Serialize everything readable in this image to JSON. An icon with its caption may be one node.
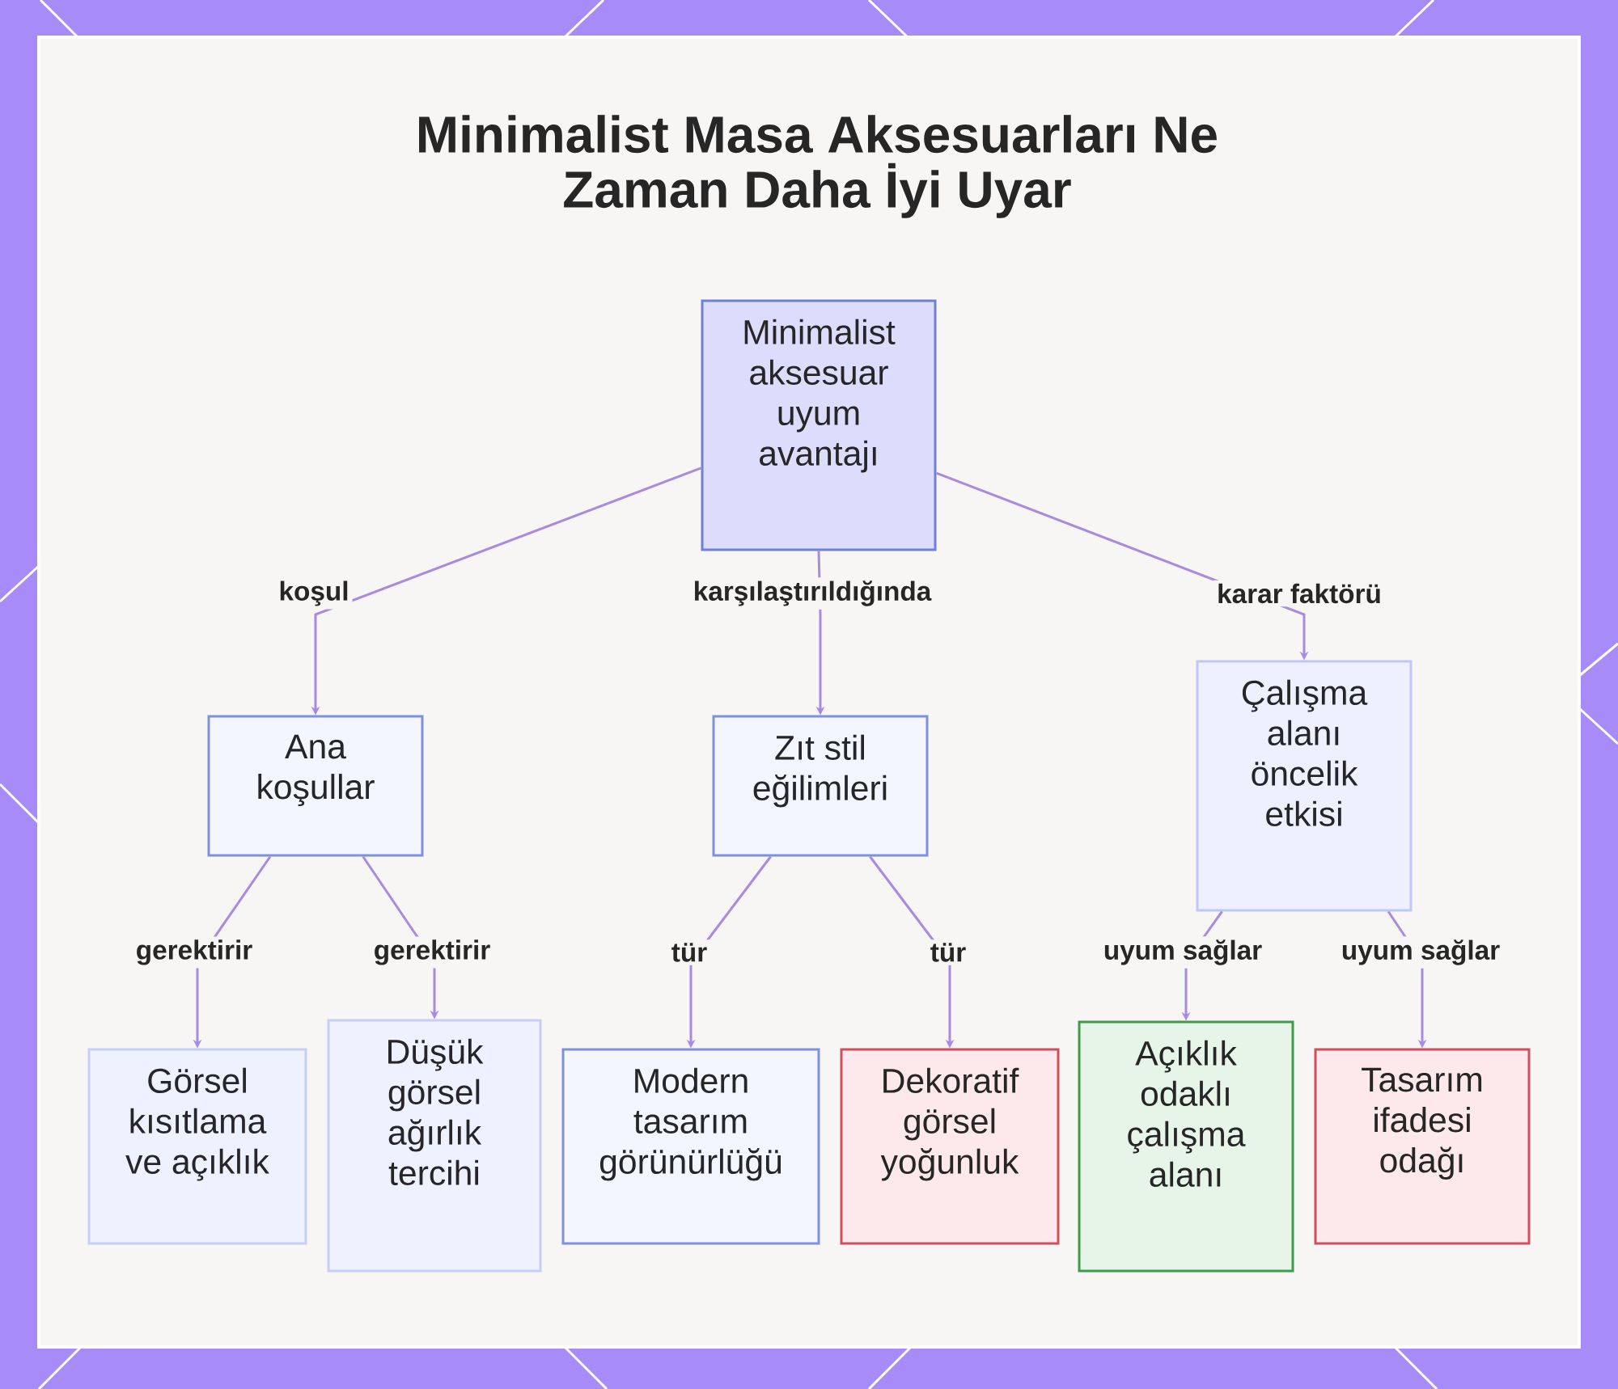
{
  "diagram": {
    "title": "Minimalist Masa Aksesuarları Ne Zaman Daha İyi Uyar",
    "nodes": [
      {
        "text": [
          "Minimalist aksesuar uyum avantajı"
        ]
      },
      {
        "text": [
          "Ana koşullar"
        ]
      },
      {
        "text": [
          "Zıt stil eğilimleri"
        ]
      },
      {
        "text": [
          "Çalışma alanı öncelik etkisi"
        ]
      },
      {
        "text": [
          "Görsel kısıtlama ve açıklık"
        ]
      },
      {
        "text": [
          "Düşük görsel ağırlık tercihi"
        ]
      },
      {
        "text": [
          "Modern tasarım görünürlüğü"
        ]
      },
      {
        "text": [
          "Dekoratif görsel yoğunluk"
        ]
      },
      {
        "text": [
          "Açıklık odaklı çalışma alanı"
        ]
      },
      {
        "text": [
          "Tasarım ifadesi odağı"
        ]
      }
    ],
    "edges": [
      {
        "from": 0,
        "to": 1,
        "arrow": "to",
        "label": "koşul"
      },
      {
        "from": 0,
        "to": 2,
        "arrow": "to",
        "label": "karşılaştırıldığında"
      },
      {
        "from": 0,
        "to": 3,
        "arrow": "to",
        "label": "karar faktörü"
      },
      {
        "from": 1,
        "to": 4,
        "arrow": "to",
        "label": "gerektirir"
      },
      {
        "from": 1,
        "to": 5,
        "arrow": "to",
        "label": "gerektirir"
      },
      {
        "from": 2,
        "to": 6,
        "arrow": "to",
        "label": "tür"
      },
      {
        "from": 2,
        "to": 7,
        "arrow": "to",
        "label": "tür"
      },
      {
        "from": 3,
        "to": 8,
        "arrow": "to",
        "label": "uyum sağlar"
      },
      {
        "from": 3,
        "to": 9,
        "arrow": "to",
        "label": "uyum sağlar"
      }
    ]
  }
}
